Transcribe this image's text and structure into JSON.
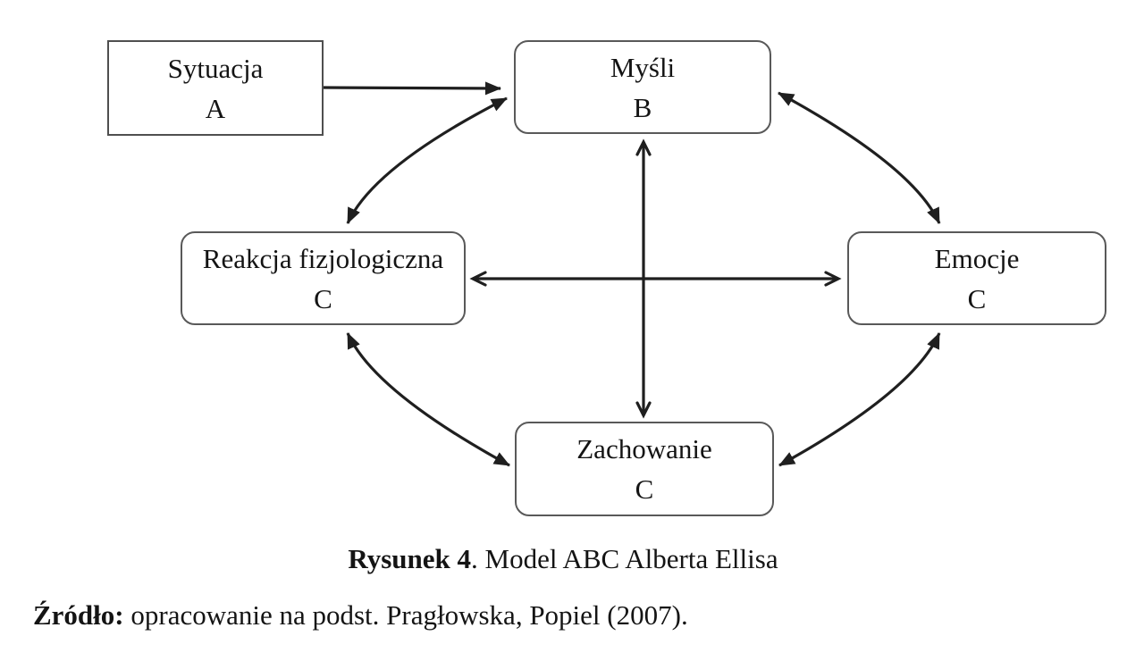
{
  "diagram": {
    "nodes": {
      "sytuacja": {
        "label": "Sytuacja",
        "letter": "A",
        "shape": "rectangle"
      },
      "mysli": {
        "label": "Myśli",
        "letter": "B",
        "shape": "rounded"
      },
      "reakcja": {
        "label": "Reakcja fizjologiczna",
        "letter": "C",
        "shape": "rounded"
      },
      "emocje": {
        "label": "Emocje",
        "letter": "C",
        "shape": "rounded"
      },
      "zachowanie": {
        "label": "Zachowanie",
        "letter": "C",
        "shape": "rounded"
      }
    },
    "edges": [
      {
        "from": "sytuacja",
        "to": "mysli",
        "style": "straight",
        "bidirectional": false
      },
      {
        "from": "mysli",
        "to": "reakcja",
        "style": "curved",
        "bidirectional": true
      },
      {
        "from": "mysli",
        "to": "emocje",
        "style": "curved",
        "bidirectional": true
      },
      {
        "from": "mysli",
        "to": "zachowanie",
        "style": "straight",
        "bidirectional": true
      },
      {
        "from": "reakcja",
        "to": "emocje",
        "style": "straight",
        "bidirectional": true
      },
      {
        "from": "reakcja",
        "to": "zachowanie",
        "style": "curved",
        "bidirectional": true
      },
      {
        "from": "emocje",
        "to": "zachowanie",
        "style": "curved",
        "bidirectional": true
      }
    ]
  },
  "caption": {
    "bold": "Rysunek 4",
    "rest": ". Model ABC Alberta Ellisa"
  },
  "source": {
    "bold": "Źródło:",
    "rest": " opracowanie na podst. Pragłowska, Popiel (2007)."
  },
  "colors": {
    "arrow": "#1f1f1f",
    "box_border": "#595959",
    "text": "#141414",
    "background": "#ffffff"
  }
}
